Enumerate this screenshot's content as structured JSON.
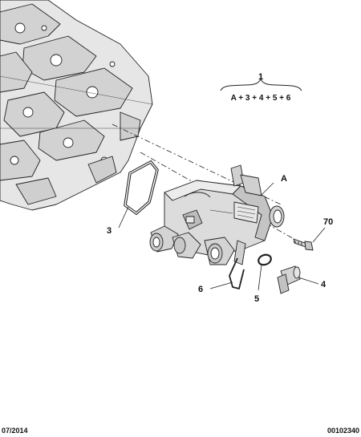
{
  "callouts": {
    "assembly_number": "1",
    "assembly_formula": "A + 3 + 4 + 5 + 6",
    "part_a": "A",
    "part_3": "3",
    "part_70": "70",
    "part_6": "6",
    "part_5": "5",
    "part_4": "4"
  },
  "footer": {
    "date": "07/2014",
    "reference": "00102340"
  },
  "colors": {
    "line": "#222222",
    "part_fill": "#dcdcdc",
    "part_shade": "#b8b8b8"
  }
}
